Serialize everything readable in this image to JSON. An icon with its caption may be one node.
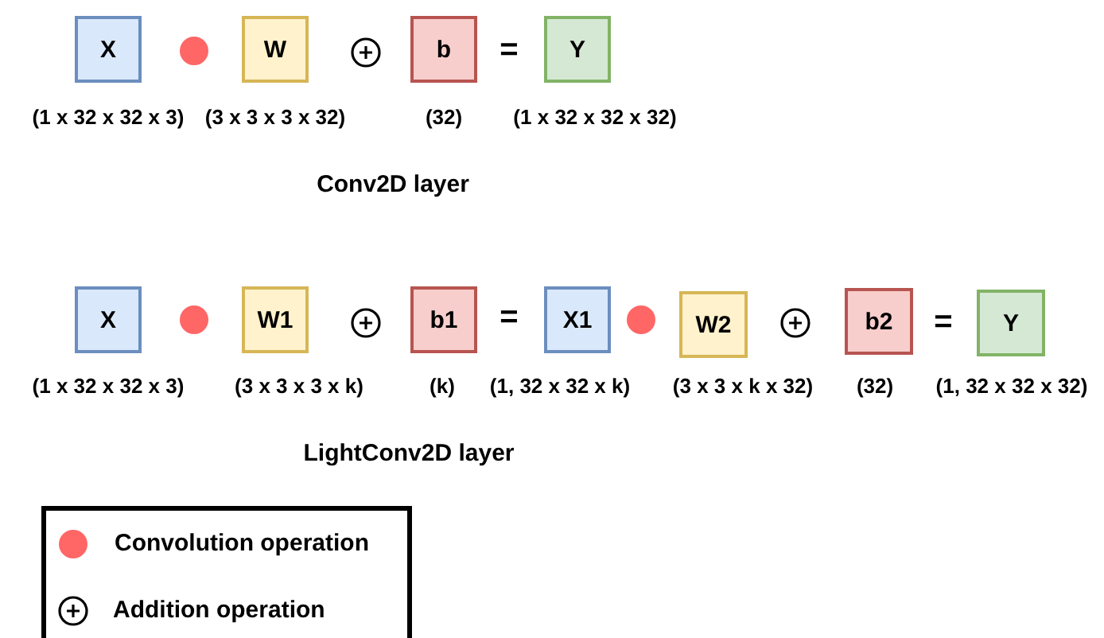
{
  "diagram": {
    "nodes": [
      {
        "text": [
          "X"
        ],
        "beside": [
          "(1 x 32 x 32 x 3)"
        ]
      },
      {
        "text": [
          "W"
        ],
        "beside": [
          "(3 x 3 x 3 x 32)"
        ]
      },
      {
        "text": [
          "b"
        ],
        "beside": [
          "(32)"
        ]
      },
      {
        "text": [
          "Y"
        ],
        "beside": [
          "(1 x 32 x 32 x 32)"
        ]
      },
      {
        "text": [
          "X"
        ],
        "beside": [
          "(1 x 32 x 32 x 3)"
        ]
      },
      {
        "text": [
          "W1"
        ],
        "beside": [
          "(3 x 3 x 3 x k)"
        ]
      },
      {
        "text": [
          "b1"
        ],
        "beside": [
          "(k)"
        ]
      },
      {
        "text": [
          "X1"
        ],
        "beside": [
          "(1, 32 x 32 x k)"
        ]
      },
      {
        "text": [
          "W2"
        ],
        "beside": [
          "(3 x 3 x k x 32)"
        ]
      },
      {
        "text": [
          "b2"
        ],
        "beside": [
          "(32)"
        ]
      },
      {
        "text": [
          "Y"
        ],
        "beside": [
          "(1, 32 x 32 x 32)"
        ]
      }
    ],
    "labels": [
      "=",
      "Conv2D layer",
      "=",
      "=",
      "LightConv2D layer"
    ],
    "legend": [
      {
        "text": "Convolution operation",
        "color": "#ff6666"
      },
      {
        "text": "Addition operation"
      }
    ]
  }
}
